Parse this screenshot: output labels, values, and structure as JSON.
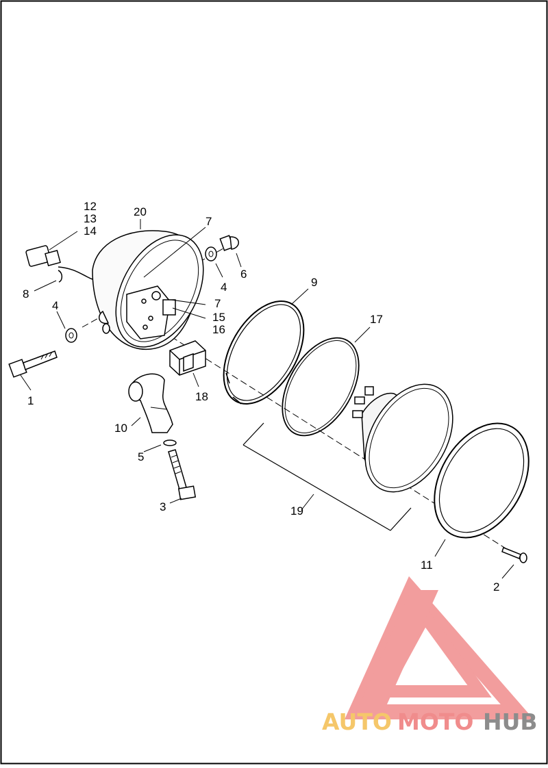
{
  "callouts": {
    "c1": "1",
    "c2": "2",
    "c3": "3",
    "c4a": "4",
    "c4b": "4",
    "c5": "5",
    "c6": "6",
    "c7a": "7",
    "c7b": "7",
    "c8": "8",
    "c9": "9",
    "c10": "10",
    "c11": "11",
    "c12": "12",
    "c13": "13",
    "c14": "14",
    "c15": "15",
    "c16": "16",
    "c17": "17",
    "c18": "18",
    "c19": "19",
    "c20": "20"
  },
  "watermark": {
    "part1": "AUTO",
    "part2": "MOTO",
    "part3": "HUB",
    "colors": {
      "auto": "#f5c76a",
      "moto": "#f08c8c",
      "hub": "#8c8c8c",
      "logo": "#f08c8c"
    }
  }
}
